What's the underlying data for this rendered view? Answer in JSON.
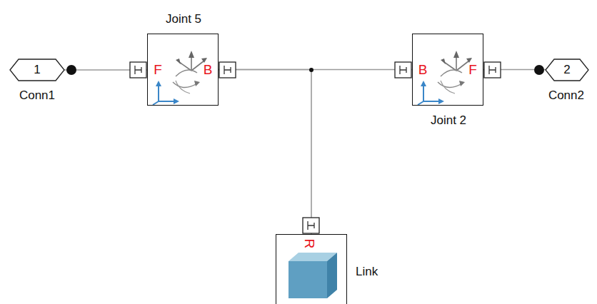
{
  "diagram": {
    "nodes": [
      {
        "text": [
          "1",
          "Conn1"
        ]
      },
      {
        "text": [
          "Joint 5",
          "F",
          "B"
        ]
      },
      {
        "text": [
          "B",
          "F",
          "Joint 2"
        ]
      },
      {
        "text": [
          "2",
          "Conn2"
        ]
      },
      {
        "text": [
          "R",
          "Link"
        ]
      }
    ],
    "edges": [
      {
        "from": 0,
        "to": 1,
        "arrow": "none"
      },
      {
        "from": 1,
        "to": 2,
        "arrow": "none"
      },
      {
        "from": 1,
        "to": 4,
        "arrow": "none"
      },
      {
        "from": 2,
        "to": 3,
        "arrow": "none"
      }
    ]
  }
}
